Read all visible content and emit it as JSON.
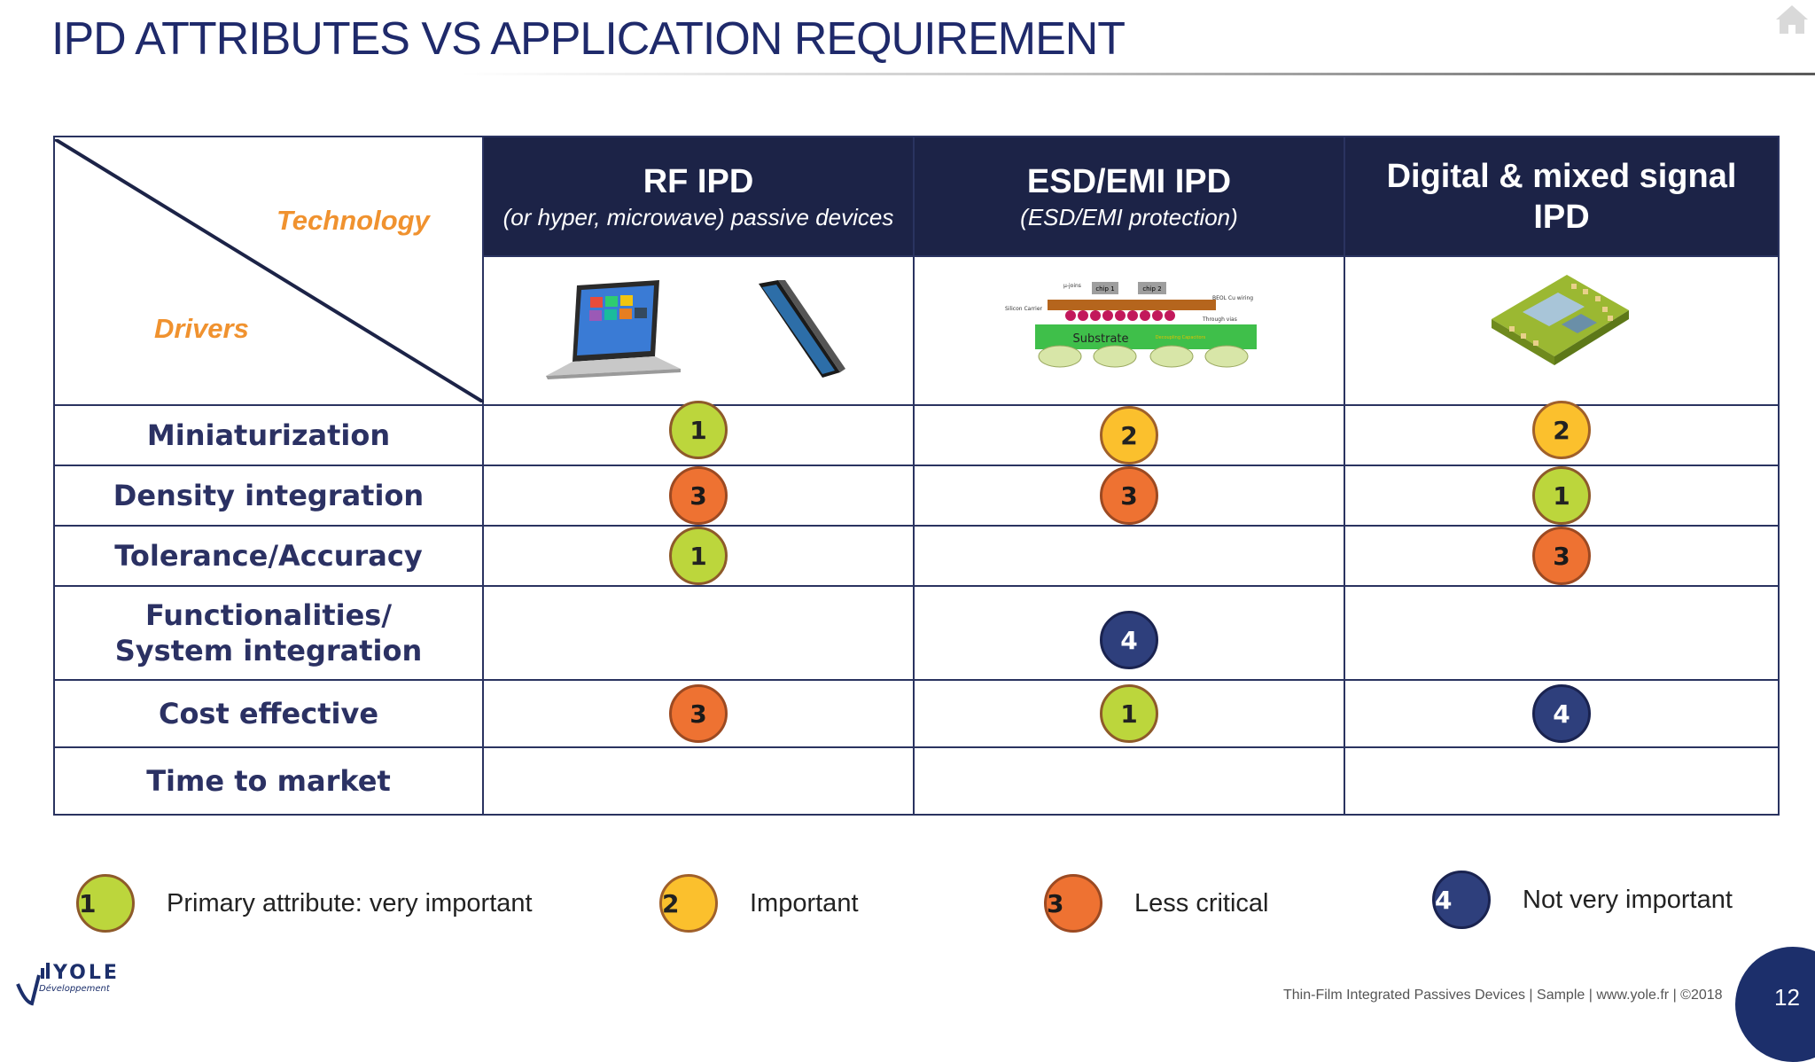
{
  "slide": {
    "title": "IPD ATTRIBUTES VS APPLICATION REQUIREMENT"
  },
  "table": {
    "corner": {
      "technology": "Technology",
      "drivers": "Drivers"
    },
    "columns": [
      {
        "title": "RF IPD",
        "subtitle": "(or hyper, microwave) passive devices",
        "image": "laptop-and-smartphone-image"
      },
      {
        "title": "ESD/EMI IPD",
        "subtitle": "(ESD/EMI protection)",
        "image": "substrate-cross-section-diagram"
      },
      {
        "title": "Digital & mixed signal IPD",
        "subtitle": "",
        "image": "circuit-module-image"
      }
    ],
    "diagram_labels": {
      "chip1": "chip 1",
      "chip2": "chip 2",
      "ujoins": "μ-joins",
      "silicon_carrier": "Silicon Carrier",
      "beol": "BEOL Cu wiring",
      "through_vias": "Through vias",
      "substrate": "Substrate",
      "decoupling": "Decoupling Capacitors"
    },
    "rows": [
      {
        "label": "Miniaturization",
        "ratings": [
          "1",
          "2",
          "2"
        ]
      },
      {
        "label": "Density integration",
        "ratings": [
          "3",
          "3",
          "1"
        ]
      },
      {
        "label": "Tolerance/Accuracy",
        "ratings": [
          "1",
          "",
          "3"
        ]
      },
      {
        "label": "Functionalities/ System integration",
        "ratings": [
          "",
          "4",
          ""
        ]
      },
      {
        "label": "Cost effective",
        "ratings": [
          "3",
          "1",
          "4"
        ]
      },
      {
        "label": "Time to market",
        "ratings": [
          "",
          "",
          ""
        ]
      }
    ]
  },
  "legend": [
    {
      "value": "1",
      "text": "Primary attribute: very important",
      "color": "#bcd63c"
    },
    {
      "value": "2",
      "text": "Important",
      "color": "#fbc02d"
    },
    {
      "value": "3",
      "text": "Less critical",
      "color": "#ee7232"
    },
    {
      "value": "4",
      "text": "Not very important",
      "color": "#2e3f7c"
    }
  ],
  "footer": {
    "text": "Thin-Film Integrated Passives Devices  | Sample | www.yole.fr | ©2018",
    "page": "12",
    "logo_name": "YOLE",
    "logo_sub": "Développement"
  }
}
